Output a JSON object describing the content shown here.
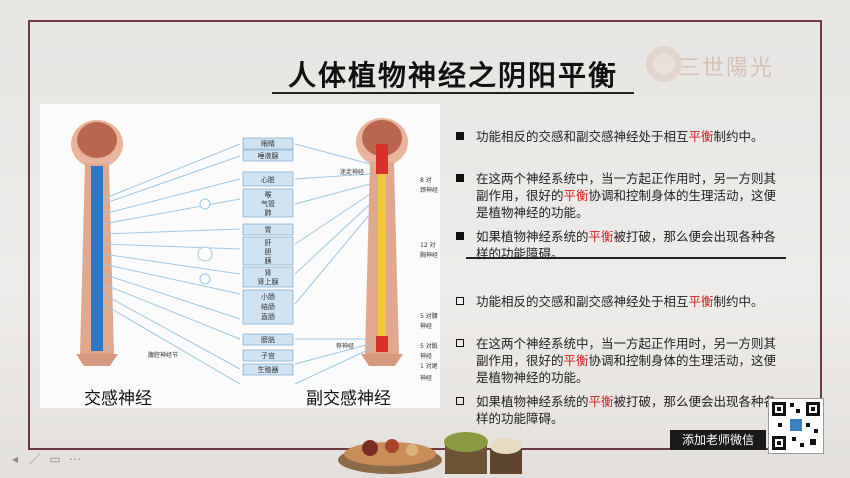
{
  "slide": {
    "title": "人体植物神经之阴阳平衡",
    "logo_text": "三世陽光",
    "figure": {
      "left_label": "交感神经",
      "right_label": "副交感神经",
      "organs": [
        "眼睛",
        "唾液腺",
        "心脏",
        "喉",
        "气管",
        "肺",
        "胃",
        "肝",
        "胆",
        "胰",
        "肾",
        "肾上腺",
        "小肠",
        "结肠",
        "直肠",
        "膀胱",
        "子宫",
        "生殖器"
      ],
      "left_small_label": "腹腔神经节",
      "right_labels": [
        "迷走神经",
        "8 对",
        "颈神经",
        "12 对",
        "胸神经",
        "5 对腰",
        "神经",
        "荐神经",
        "5 对骶",
        "神经",
        "1 对尾",
        "神经"
      ]
    },
    "bullets_top": [
      {
        "pre": "功能相反的交感和副交感神经处于相互",
        "red": "平衡",
        "post": "制约中。"
      },
      {
        "pre": "在这两个神经系统中，当一方起正作用时，另一方则其副作用，很好的",
        "red": "平衡",
        "post": "协调和控制身体的生理活动，这便是植物神经的功能。"
      },
      {
        "pre": "如果植物神经系统的",
        "red": "平衡",
        "post": "被打破，那么便会出现各种各样的功能障碍。"
      }
    ],
    "bullets_bottom": [
      {
        "pre": "功能相反的交感和副交感神经处于相互",
        "red": "平衡",
        "post": "制约中。"
      },
      {
        "pre": "在这两个神经系统中，当一方起正作用时，另一方则其副作用，很好的",
        "red": "平衡",
        "post": "协调和控制身体的生理活动，这便是植物神经的功能。"
      },
      {
        "pre": "如果植物神经系统的",
        "red": "平衡",
        "post": "被打破，那么便会出现各种各样的功能障碍。"
      }
    ],
    "wechat_label": "添加老师微信"
  },
  "colors": {
    "frame": "#6b3a3e",
    "accent_red": "#d21e1e",
    "spine_blue": "#2b78c9",
    "spine_red": "#d8312a",
    "organ_box": "#cfe3f3"
  }
}
